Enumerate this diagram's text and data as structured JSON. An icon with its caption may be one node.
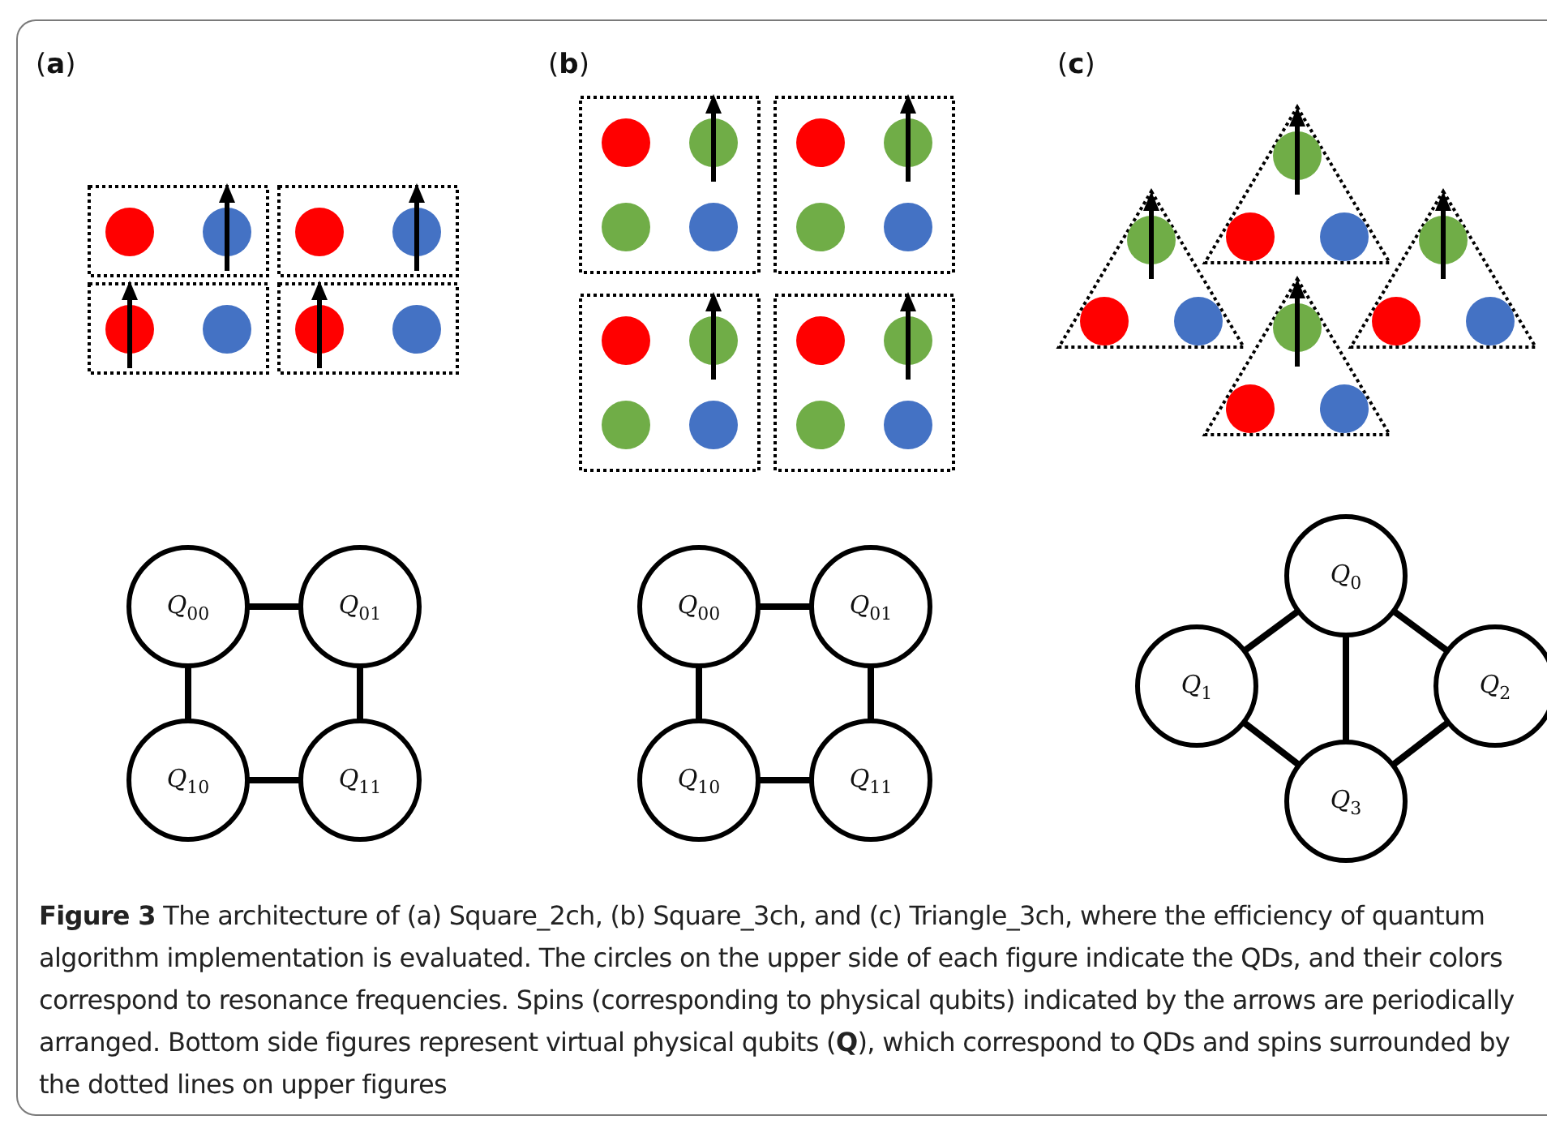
{
  "diagram": {
    "caption": "**Figure 3** The architecture of (a) Square_2ch, (b) Square_3ch, and (c) Triangle_3ch, where the efficiency of quantum algorithm implementation is evaluated. The circles on the upper side of each figure indicate the QDs, and their colors correspond to resonance frequencies. Spins (corresponding to physical qubits) indicated by the arrows are periodically arranged. Bottom side figures represent virtual physical qubits (**Q**), which correspond to QDs and spins surrounded by the dotted lines on upper figures",
    "nodes": [
      {
        "text": [
          "*Q*$_{00}$"
        ]
      },
      {
        "text": [
          "*Q*$_{01}$"
        ]
      },
      {
        "text": [
          "*Q*$_{10}$"
        ]
      },
      {
        "text": [
          "*Q*$_{11}$"
        ]
      },
      {
        "text": [
          "*Q*$_{00}$"
        ]
      },
      {
        "text": [
          "*Q*$_{01}$"
        ]
      },
      {
        "text": [
          "*Q*$_{10}$"
        ]
      },
      {
        "text": [
          "*Q*$_{11}$"
        ]
      },
      {
        "text": [
          "*Q*$_{0}$"
        ]
      },
      {
        "text": [
          "*Q*$_{1}$"
        ]
      },
      {
        "text": [
          "*Q*$_{2}$"
        ]
      },
      {
        "text": [
          "*Q*$_{3}$"
        ]
      }
    ],
    "edges": [
      {
        "from": 0,
        "to": 1,
        "arrow": "none"
      },
      {
        "from": 0,
        "to": 2,
        "arrow": "none"
      },
      {
        "from": 1,
        "to": 3,
        "arrow": "none"
      },
      {
        "from": 2,
        "to": 3,
        "arrow": "none"
      },
      {
        "from": 4,
        "to": 5,
        "arrow": "none"
      },
      {
        "from": 4,
        "to": 6,
        "arrow": "none"
      },
      {
        "from": 5,
        "to": 7,
        "arrow": "none"
      },
      {
        "from": 6,
        "to": 7,
        "arrow": "none"
      },
      {
        "from": 8,
        "to": 9,
        "arrow": "none"
      },
      {
        "from": 8,
        "to": 10,
        "arrow": "none"
      },
      {
        "from": 8,
        "to": 11,
        "arrow": "none"
      },
      {
        "from": 9,
        "to": 11,
        "arrow": "none"
      },
      {
        "from": 10,
        "to": 11,
        "arrow": "none"
      }
    ],
    "labels": [
      "(**a**)",
      "(**b**)",
      "(**c**)"
    ]
  }
}
